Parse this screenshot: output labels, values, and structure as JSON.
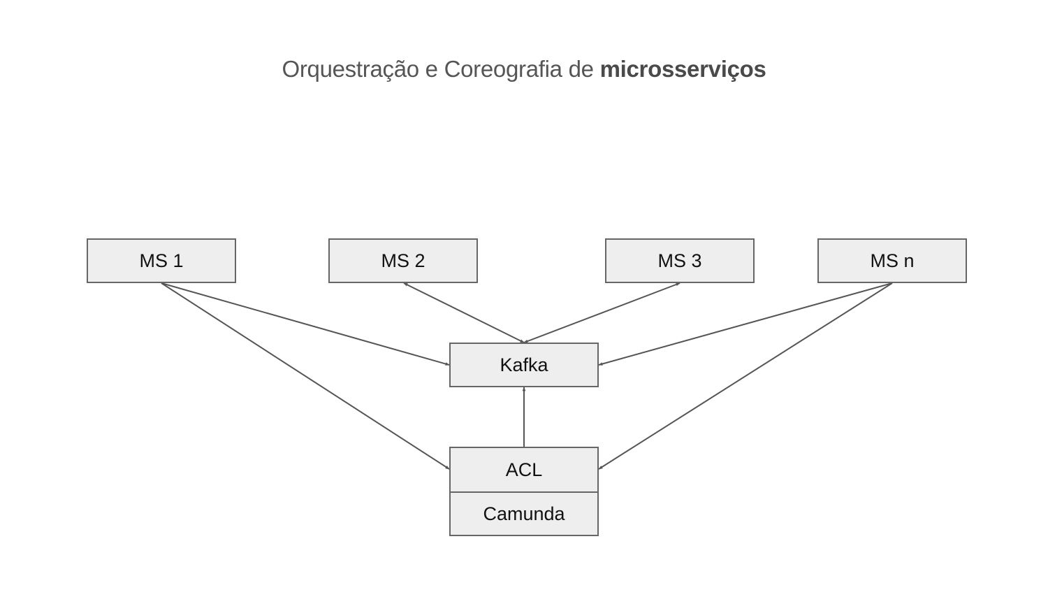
{
  "title": {
    "text_regular": "Orquestração e Coreografia de ",
    "text_bold": "microsserviços"
  },
  "nodes": {
    "ms1": "MS 1",
    "ms2": "MS 2",
    "ms3": "MS 3",
    "msn": "MS n",
    "kafka": "Kafka",
    "acl": "ACL",
    "camunda": "Camunda"
  },
  "edges": [
    {
      "from": "ms1",
      "to": "kafka",
      "direction": "to"
    },
    {
      "from": "ms1",
      "to": "acl",
      "direction": "to"
    },
    {
      "from": "ms2",
      "to": "kafka",
      "direction": "both"
    },
    {
      "from": "ms3",
      "to": "kafka",
      "direction": "both"
    },
    {
      "from": "msn",
      "to": "kafka",
      "direction": "to"
    },
    {
      "from": "msn",
      "to": "acl",
      "direction": "to"
    },
    {
      "from": "acl",
      "to": "kafka",
      "direction": "to"
    }
  ],
  "colors": {
    "box_fill": "#eeeeee",
    "box_border": "#666666",
    "line": "#555555",
    "title": "#555555"
  }
}
